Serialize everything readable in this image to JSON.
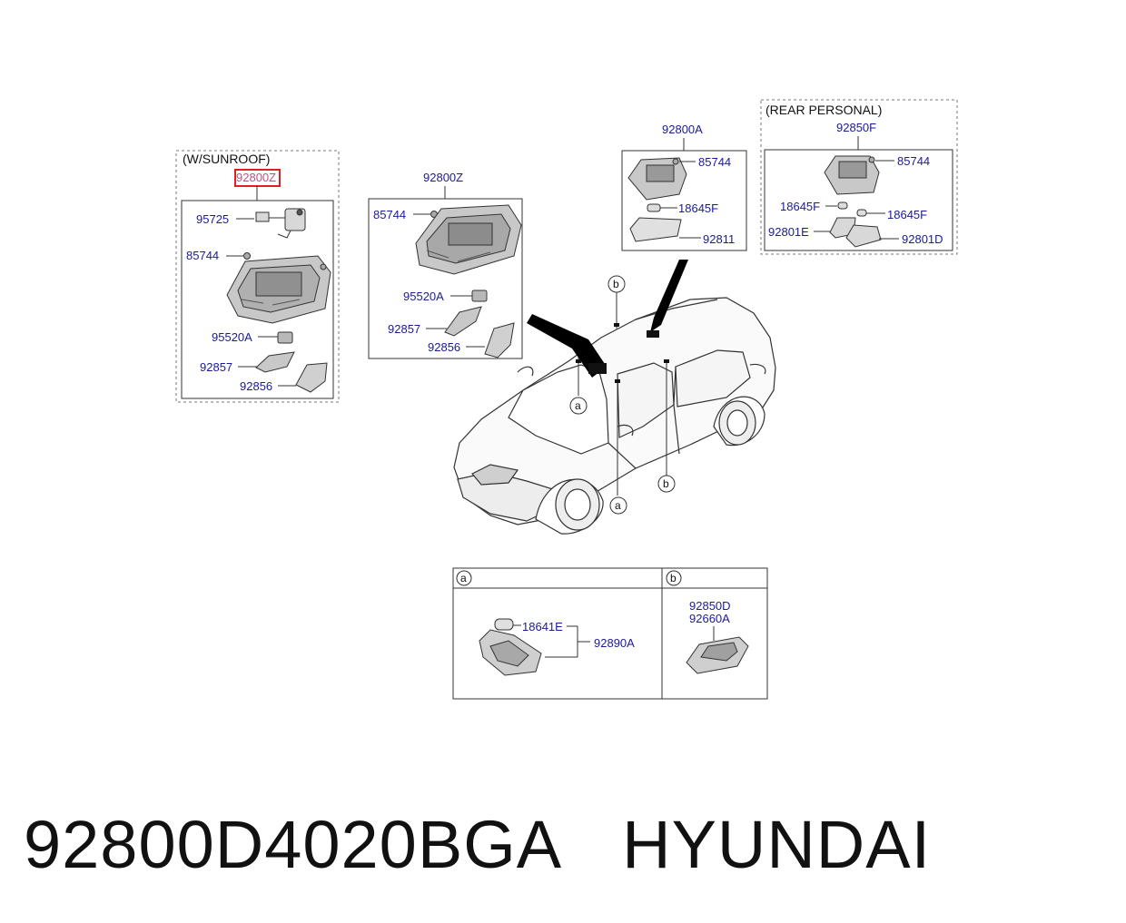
{
  "diagram": {
    "groups": {
      "sunroof": {
        "header": "(W/SUNROOF)",
        "assembly": "92800Z",
        "parts": [
          "95725",
          "85744",
          "95520A",
          "92857",
          "92856"
        ]
      },
      "standard": {
        "assembly": "92800Z",
        "parts": [
          "85744",
          "95520A",
          "92857",
          "92856"
        ]
      },
      "map_lamp": {
        "assembly": "92800A",
        "parts": [
          "85744",
          "18645F",
          "92811"
        ]
      },
      "rear_personal": {
        "header": "(REAR PERSONAL)",
        "assembly": "92850F",
        "parts": [
          "85744",
          "18645F",
          "18645F",
          "92801E",
          "92801D"
        ]
      },
      "detail_a": {
        "marker": "a",
        "parts": [
          "18641E",
          "92890A"
        ]
      },
      "detail_b": {
        "marker": "b",
        "parts": [
          "92850D",
          "92660A"
        ]
      }
    },
    "car_markers": [
      "b",
      "a",
      "a",
      "b"
    ],
    "highlight_color": "#e02020",
    "label_color": "#1a1a9a"
  },
  "footer": {
    "part_number": "92800D4020BGA",
    "brand": "HYUNDAI"
  }
}
